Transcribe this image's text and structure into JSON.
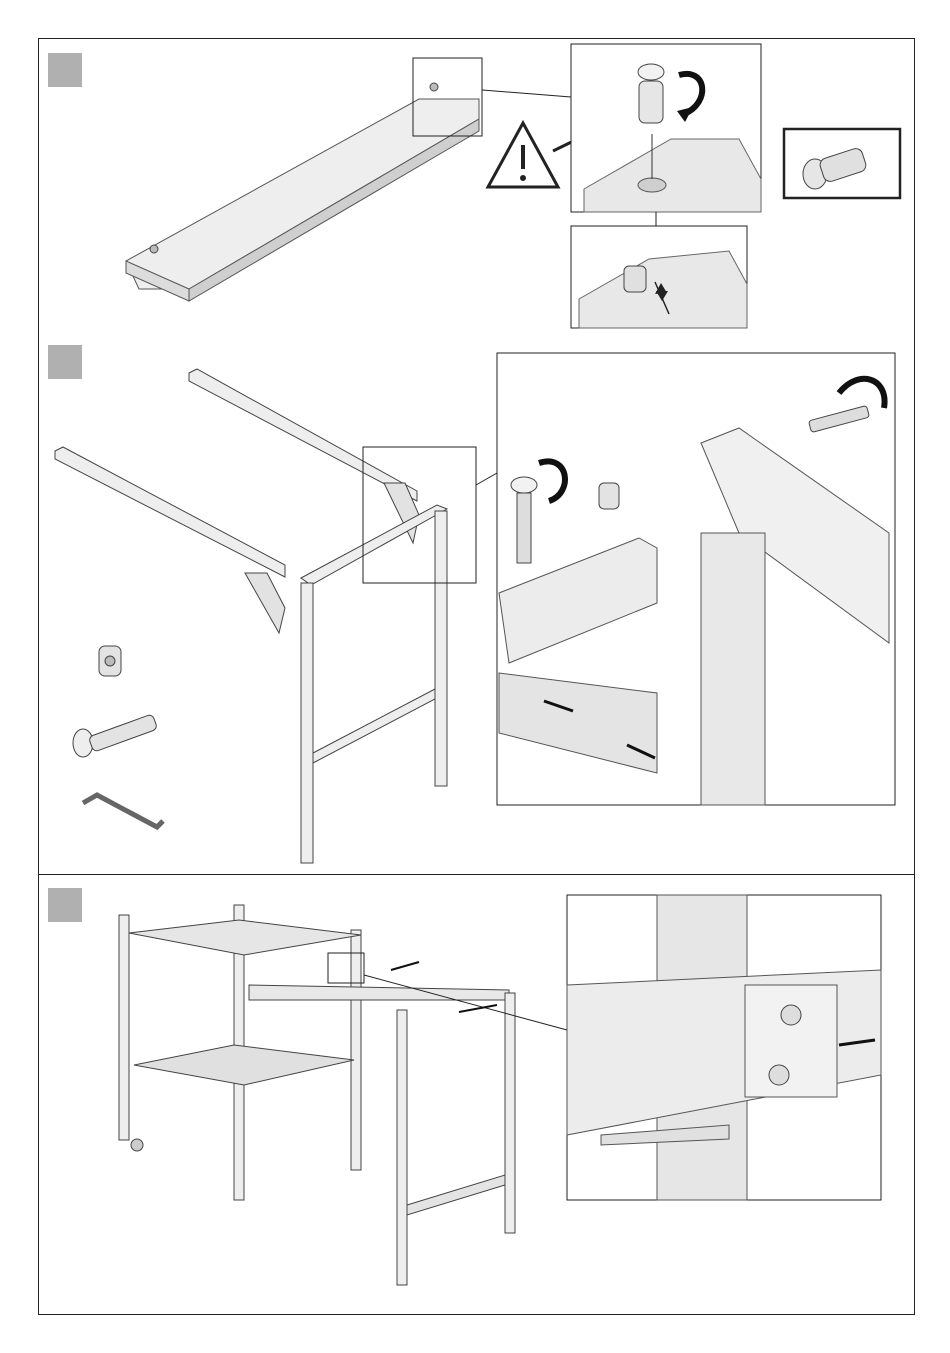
{
  "document": {
    "type": "assembly instructions",
    "steps": [
      {
        "marker": "gray-square",
        "illustration": "shelf-board-with-cam-bolts"
      },
      {
        "marker": "gray-square",
        "illustration": "side-frame-with-arms"
      },
      {
        "marker": "gray-square",
        "illustration": "assembled-desk-cart"
      }
    ]
  },
  "colors": {
    "frame_line": "#222222",
    "marker_gray": "#b0b0b0",
    "part_fill": "#eeeeee",
    "part_shade": "#cfcfcf"
  },
  "icons": [
    "warning-triangle-icon",
    "rotate-arrow-icon",
    "push-arrow-icon"
  ]
}
